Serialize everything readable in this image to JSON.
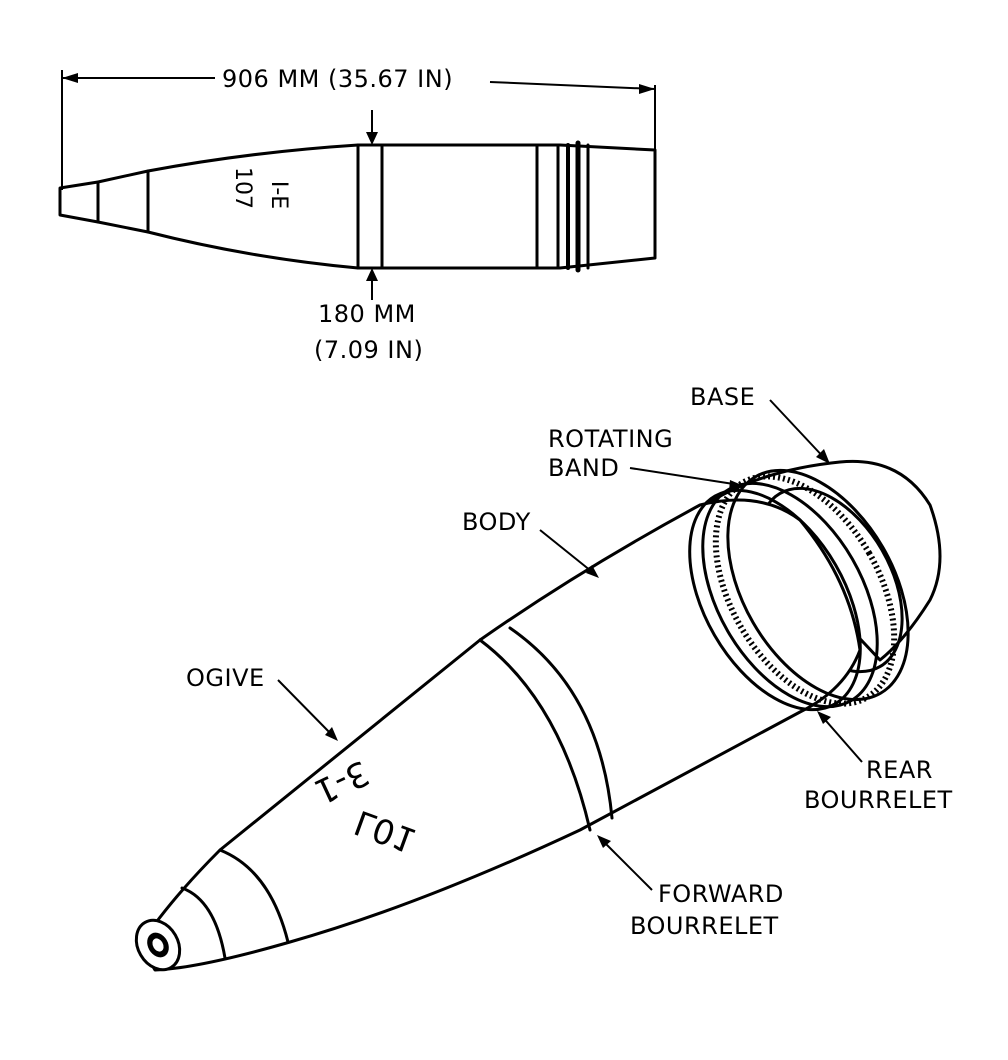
{
  "top_view": {
    "length_label": "906 MM (35.67 IN)",
    "diameter_label_line1": "180 MM",
    "diameter_label_line2": "(7.09 IN)",
    "marking_line1": "107",
    "marking_line2": "I-E"
  },
  "iso_view": {
    "marking_line1": "3-1",
    "marking_line2": "L01"
  },
  "callouts": {
    "base": "BASE",
    "rotating_band_line1": "ROTATING",
    "rotating_band_line2": "BAND",
    "body": "BODY",
    "ogive": "OGIVE",
    "rear_bourrelet_line1": "REAR",
    "rear_bourrelet_line2": "BOURRELET",
    "forward_bourrelet_line1": "FORWARD",
    "forward_bourrelet_line2": "BOURRELET"
  },
  "colors": {
    "ink": "#000000",
    "paper": "#ffffff"
  }
}
